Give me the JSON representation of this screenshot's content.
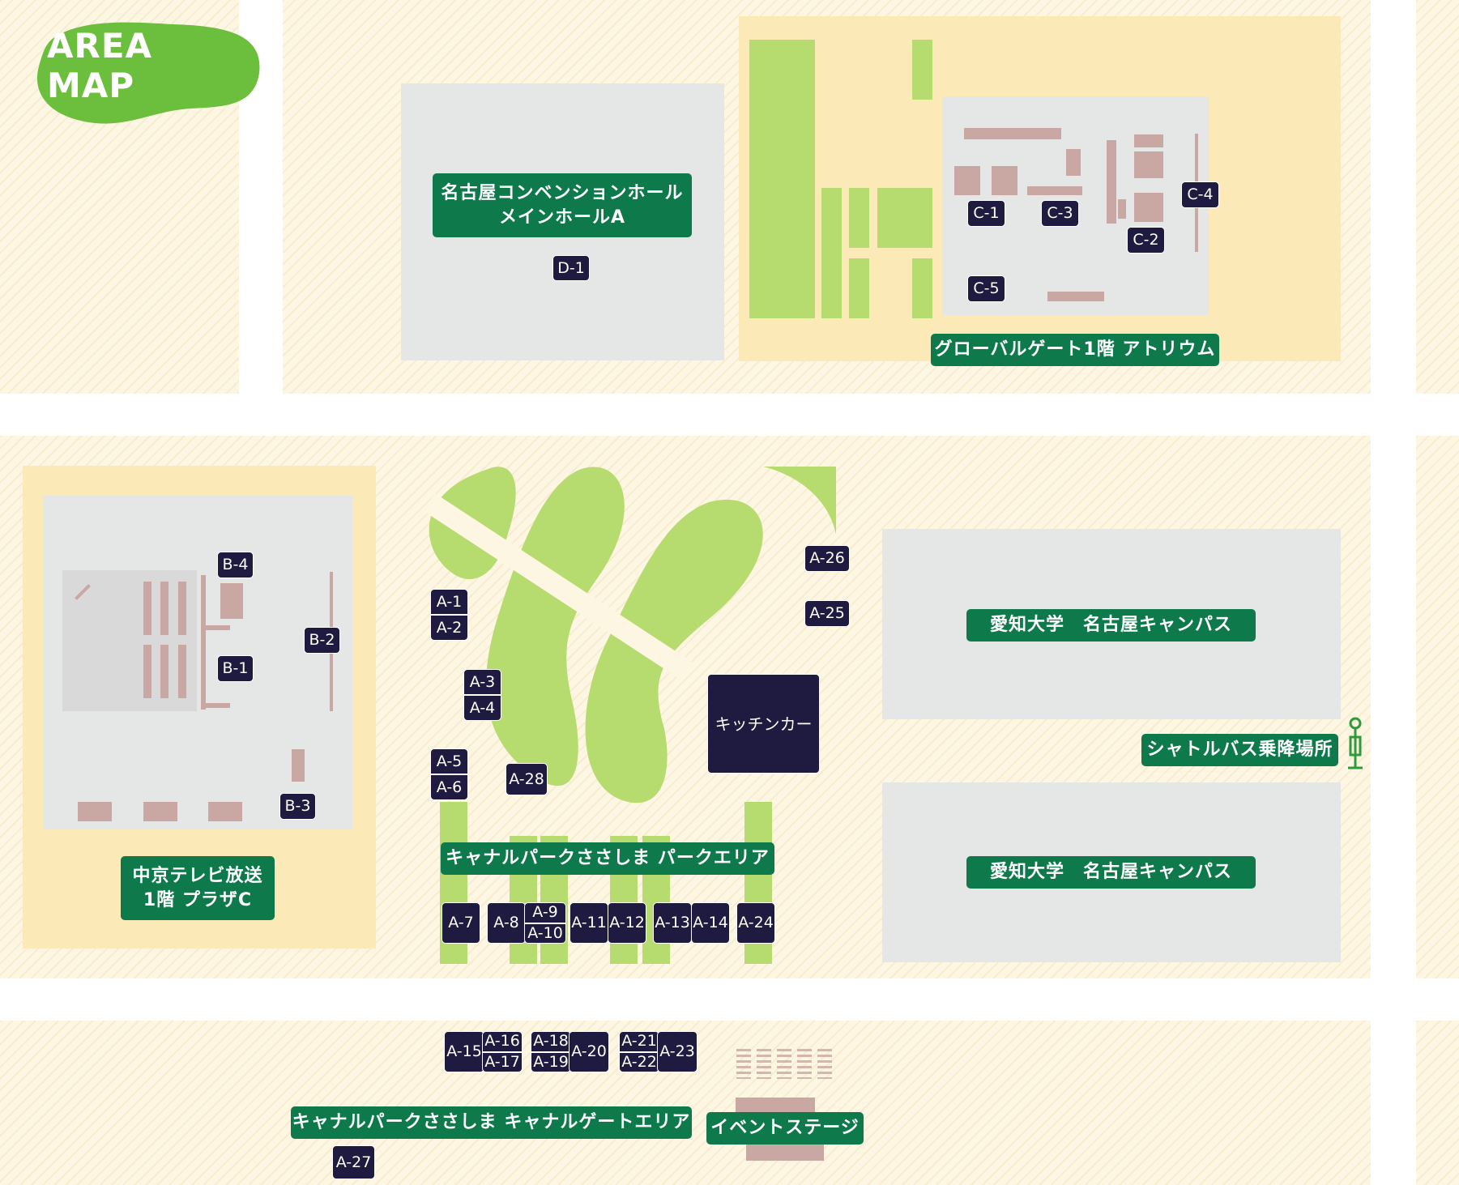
{
  "title": "AREA MAP",
  "colors": {
    "block": "#fdf6e3",
    "zone": "#fce9b8",
    "hall": "#e5e6e6",
    "green": "#b6db6e",
    "label": "#0e7a4c",
    "badge": "#1f1a40",
    "furniture": "#c9a7a2"
  },
  "areas": {
    "convention": "名古屋コンベンションホール\nメインホールA",
    "atrium": "グローバルゲート1階 アトリウム",
    "chukyo": "中京テレビ放送\n1階 プラザC",
    "canal_park": "キャナルパークささしま パークエリア",
    "aichi_1": "愛知大学　名古屋キャンパス",
    "aichi_2": "愛知大学　名古屋キャンパス",
    "shuttle": "シャトルバス乗降場所",
    "kitchen": "キッチンカー",
    "canal_gate": "キャナルパークささしま キャナルゲートエリア",
    "event_stage": "イベントステージ"
  },
  "icons": {
    "shuttle_stop": "bus-stop-icon"
  },
  "booths": {
    "D1": "D-1",
    "C1": "C-1",
    "C2": "C-2",
    "C3": "C-3",
    "C4": "C-4",
    "C5": "C-5",
    "B1": "B-1",
    "B2": "B-2",
    "B3": "B-3",
    "B4": "B-4",
    "A1": "A-1",
    "A2": "A-2",
    "A3": "A-3",
    "A4": "A-4",
    "A5": "A-5",
    "A6": "A-6",
    "A7": "A-7",
    "A8": "A-8",
    "A9": "A-9",
    "A10": "A-10",
    "A11": "A-11",
    "A12": "A-12",
    "A13": "A-13",
    "A14": "A-14",
    "A15": "A-15",
    "A16": "A-16",
    "A17": "A-17",
    "A18": "A-18",
    "A19": "A-19",
    "A20": "A-20",
    "A21": "A-21",
    "A22": "A-22",
    "A23": "A-23",
    "A24": "A-24",
    "A25": "A-25",
    "A26": "A-26",
    "A27": "A-27",
    "A28": "A-28"
  }
}
